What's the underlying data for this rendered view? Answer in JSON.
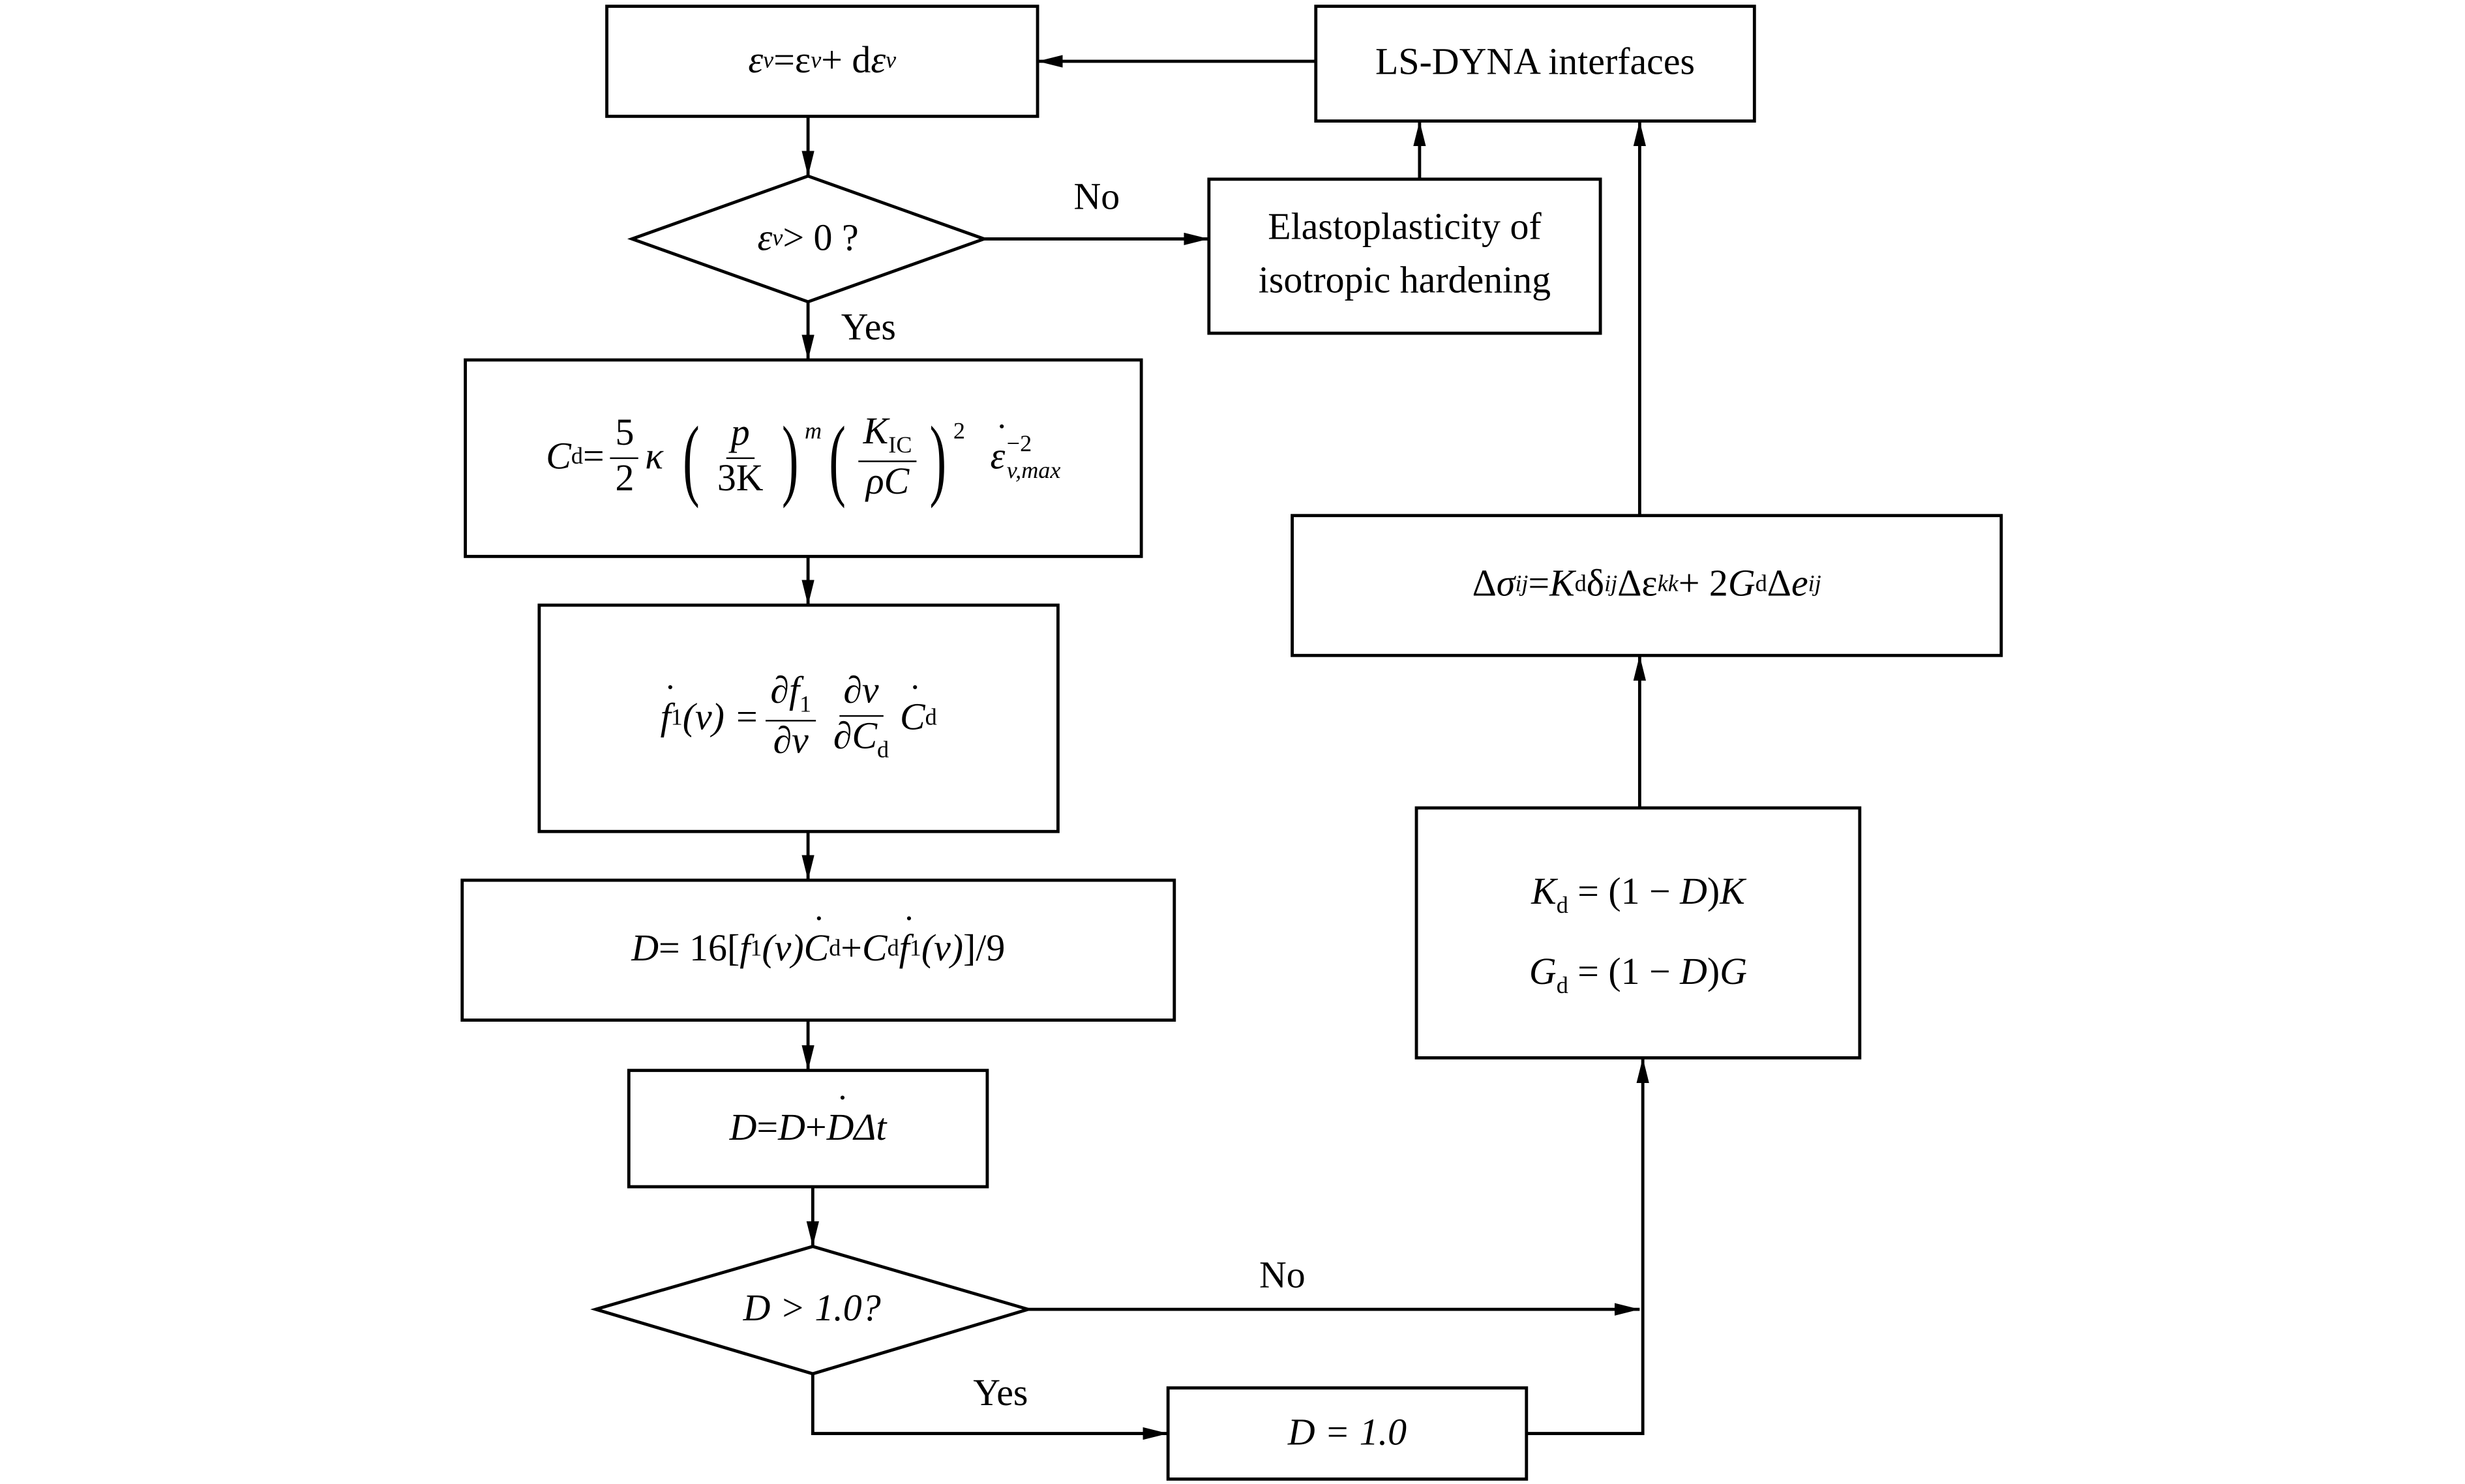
{
  "nodes": {
    "update_strain": {
      "eps": "ε",
      "v": "v",
      "eq": " = ",
      "plus": " + d"
    },
    "ls_dyna": "LS-DYNA interfaces",
    "check_strain": {
      "eps": "ε",
      "v": "v",
      "rest": " > 0 ?"
    },
    "elastoplasticity": {
      "line1": "Elastoplasticity of",
      "line2": "isotropic hardening"
    },
    "cd_formula": {
      "C": "C",
      "d": "d",
      "eq": " = ",
      "five": "5",
      "two": "2",
      "kappa": "κ",
      "p": "p",
      "threeK": "3K",
      "m": "m",
      "K": "K",
      "IC": "IC",
      "rhoC": "ρC",
      "sq": "2",
      "epsdot": "ε",
      "exp": "−2",
      "sub": "v,max"
    },
    "f1_formula": {
      "f": "f",
      "one": "1",
      "arg": "(v) = ",
      "df1": "∂f",
      "dv": "∂v",
      "dv2": "∂v",
      "dCd": "∂C",
      "d": "d",
      "C": "C"
    },
    "damage_rate": {
      "lhs": "D",
      "eq": " = 16[ ",
      "f": "f",
      "one": "1",
      "v": "(v)",
      "C": "C",
      "d": "d",
      "plus": " + ",
      "close": "]/9"
    },
    "damage_update": {
      "D": "D",
      "eq": " = ",
      "plus": " + ",
      "dt": "Δt"
    },
    "check_damage": "D > 1.0?",
    "set_damage": "D = 1.0",
    "moduli": {
      "K": "K",
      "G": "G",
      "d": "d",
      "mid": " = (1 − ",
      "D": "D",
      "close": ")"
    },
    "stress": {
      "delta": "Δ",
      "sigma": "σ",
      "ij": "ij",
      "eq": " =",
      "K": "K",
      "d": "d",
      "kron": "δ",
      "deps": "Δε",
      "kk": "kk",
      "plus": " + 2",
      "G": "G",
      "de": "Δ",
      "e": "e"
    }
  },
  "labels": {
    "no1": "No",
    "yes1": "Yes",
    "no2": "No",
    "yes2": "Yes"
  }
}
